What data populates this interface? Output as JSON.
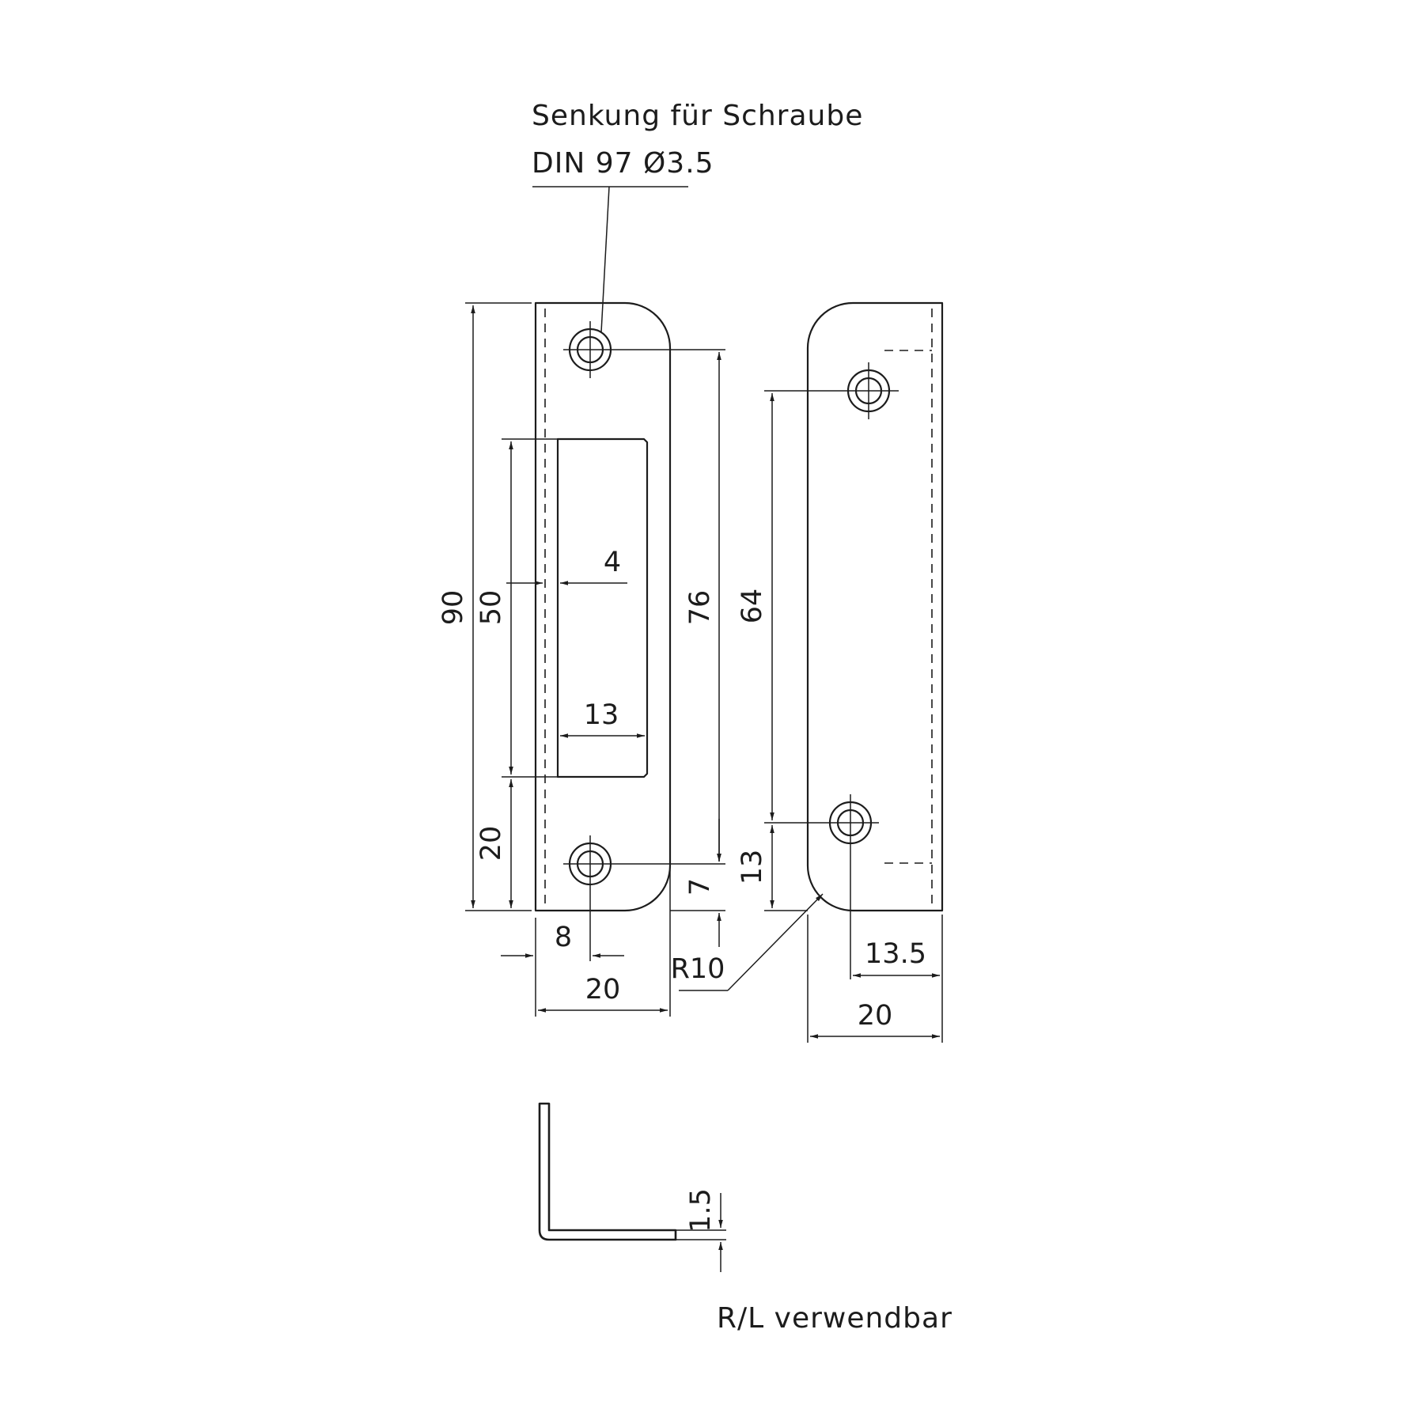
{
  "note": {
    "line1": "Senkung für Schraube",
    "line2": "DIN 97 Ø3.5"
  },
  "dimensions": {
    "d90": "90",
    "d50": "50",
    "d4": "4",
    "d76": "76",
    "d64": "64",
    "d13_opening": "13",
    "d20_lower": "20",
    "d7": "7",
    "d13_right": "13",
    "d8": "8",
    "r10": "R10",
    "d13_5": "13.5",
    "d20_width_left": "20",
    "d20_width_right": "20",
    "d1_5": "1.5"
  },
  "footer": {
    "usage": "R/L verwendbar"
  }
}
